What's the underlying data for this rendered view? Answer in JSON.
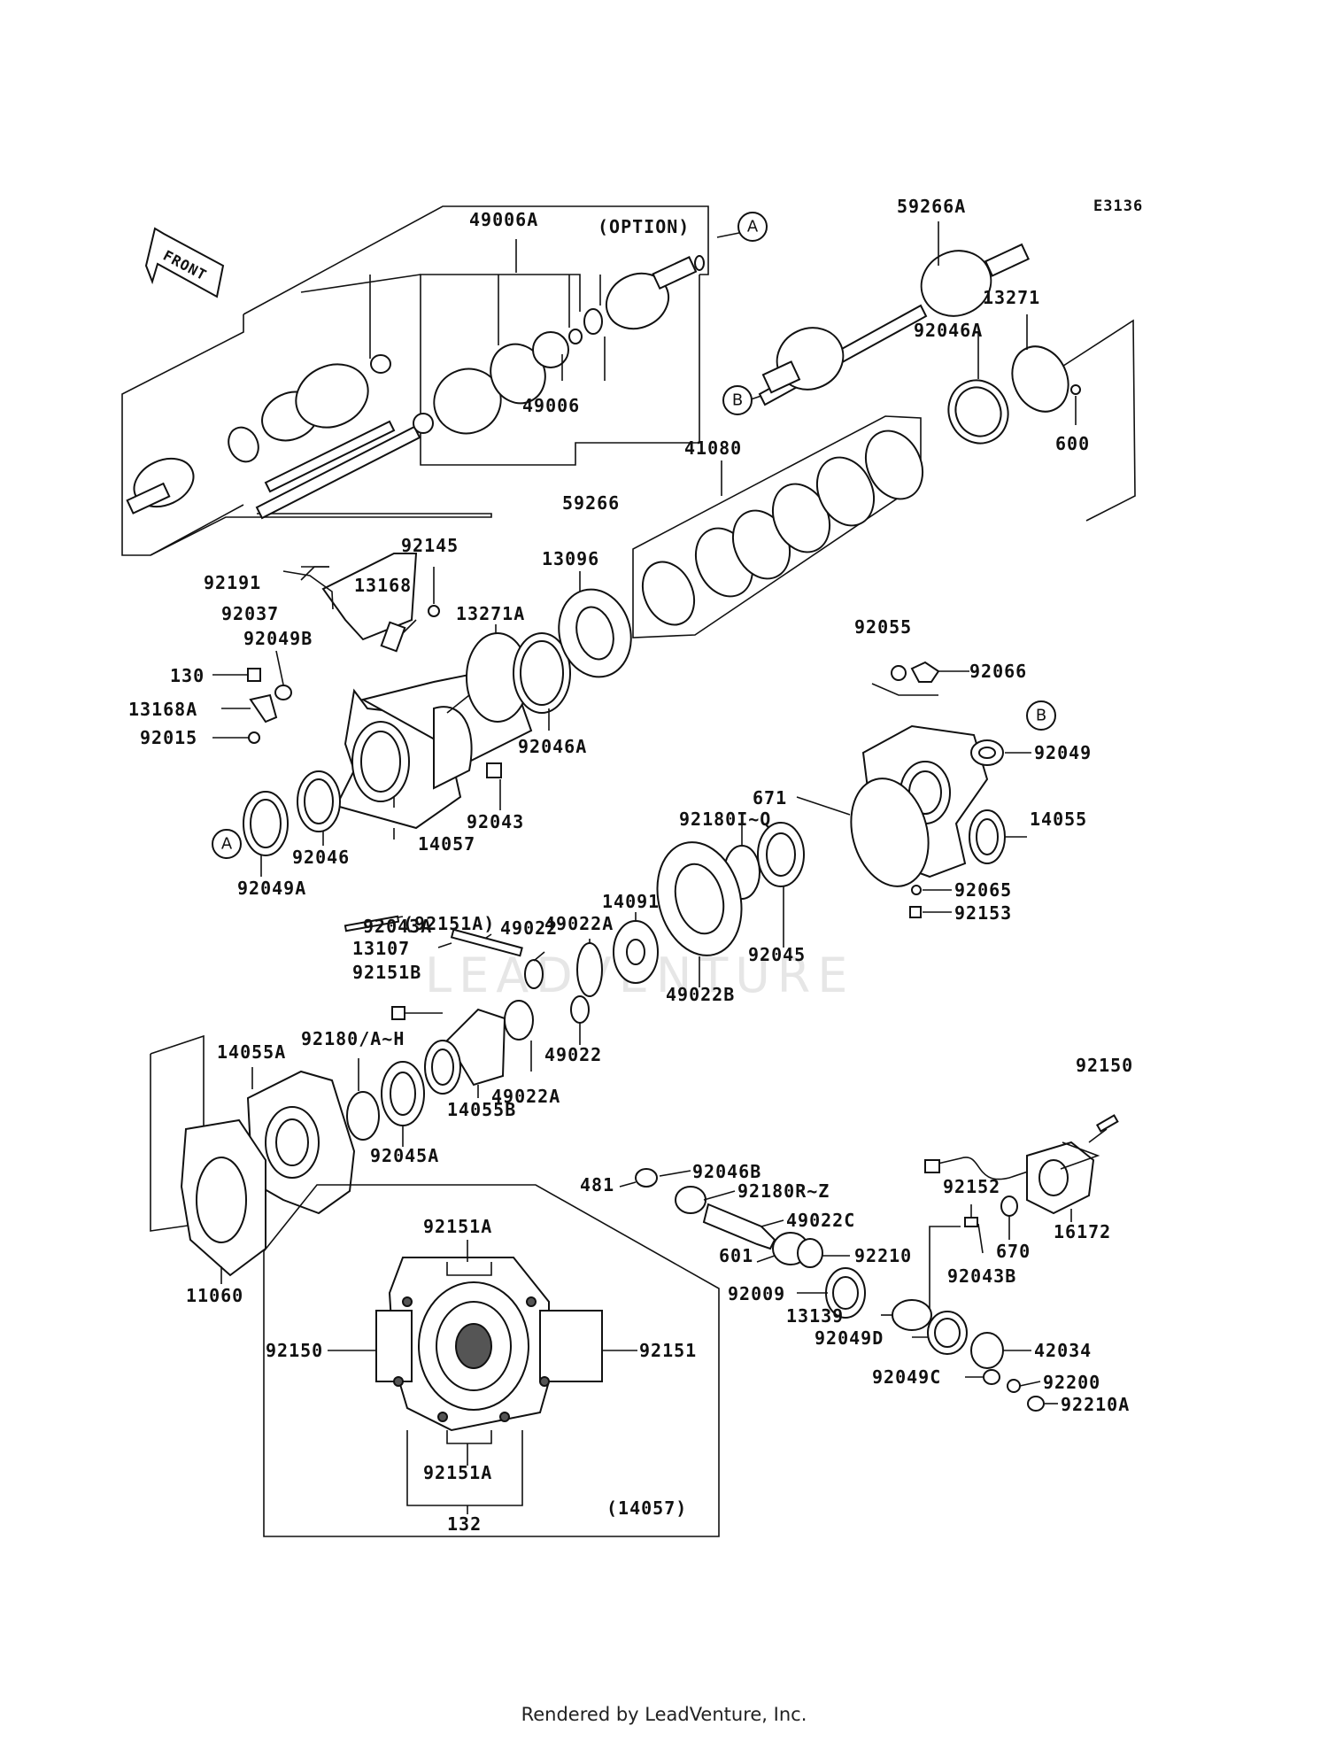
{
  "diagram_code": "E3136",
  "front_label": "FRONT",
  "option_label": "(OPTION)",
  "watermark": "LEADVENTURE",
  "footer": "Rendered by LeadVenture, Inc.",
  "callouts": {
    "a": "A",
    "b": "B"
  },
  "labels": {
    "p49006A": "49006A",
    "p49006": "49006",
    "p59266": "59266",
    "p59266A": "59266A",
    "p13271": "13271",
    "p92046A_top": "92046A",
    "p600": "600",
    "p41080": "41080",
    "p92145": "92145",
    "p13096": "13096",
    "p92191": "92191",
    "p13168": "13168",
    "p92037": "92037",
    "p13271A": "13271A",
    "p92049B": "92049B",
    "p130": "130",
    "p13168A": "13168A",
    "p92015": "92015",
    "p92046A_mid": "92046A",
    "p92043": "92043",
    "p92046": "92046",
    "p14057": "14057",
    "p92049A": "92049A",
    "p92151A_pin": "(92151A)",
    "p92055": "92055",
    "p92066": "92066",
    "p92049": "92049",
    "p671": "671",
    "p14055": "14055",
    "p92180IQ": "92180I~Q",
    "p92065": "92065",
    "p92153": "92153",
    "p14091": "14091",
    "p92045": "92045",
    "p49022A_top": "49022A",
    "p92043A": "92043A",
    "p49022_top": "49022",
    "p13107": "13107",
    "p49022B": "49022B",
    "p92151B": "92151B",
    "p49022_bot": "49022",
    "p14055A": "14055A",
    "p92180AH": "92180/A~H",
    "p49022A_bot": "49022A",
    "p14055B": "14055B",
    "p92045A": "92045A",
    "p92150_top": "92150",
    "p92046B": "92046B",
    "p481": "481",
    "p92180RZ": "92180R~Z",
    "p49022C": "49022C",
    "p92152": "92152",
    "p16172": "16172",
    "p670": "670",
    "p92043B": "92043B",
    "p11060": "11060",
    "p92151A_top": "92151A",
    "p601": "601",
    "p92210": "92210",
    "p92009": "92009",
    "p13139": "13139",
    "p92150_left": "92150",
    "p92151": "92151",
    "p92049D": "92049D",
    "p42034": "42034",
    "p92049C": "92049C",
    "p92200": "92200",
    "p92210A": "92210A",
    "p92151A_bot": "92151A",
    "p132": "132",
    "p14057_box": "(14057)"
  }
}
